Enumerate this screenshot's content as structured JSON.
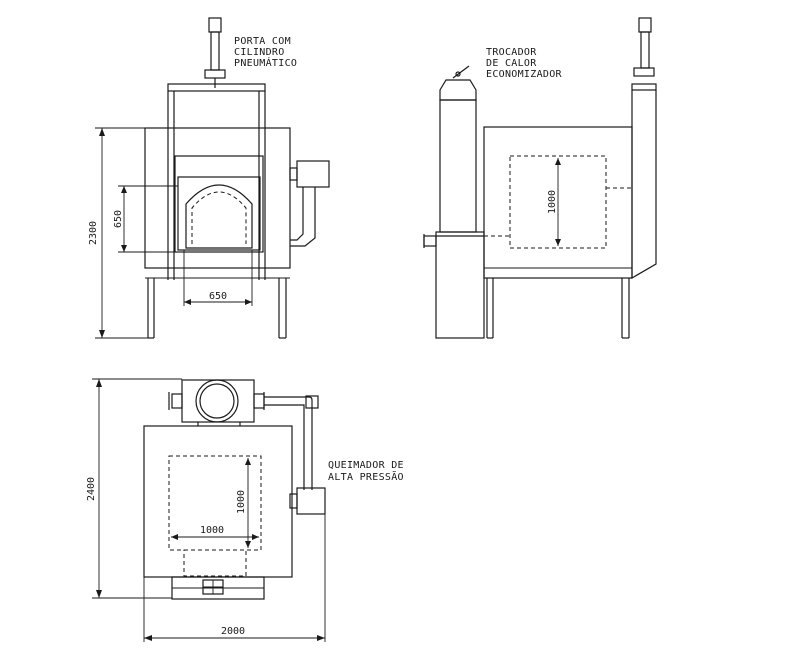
{
  "labels": {
    "door_line1": "PORTA COM",
    "door_line2": "CILINDRO",
    "door_line3": "PNEUMÁTICO",
    "exchanger_line1": "TROCADOR",
    "exchanger_line2": "DE CALOR",
    "exchanger_line3": "ECONOMIZADOR",
    "burner_line1": "QUEIMADOR DE",
    "burner_line2": "ALTA PRESSÃO"
  },
  "dimensions": {
    "front_height": "2300",
    "front_door_height": "650",
    "front_door_width": "650",
    "side_chamber_height": "1000",
    "top_depth": "2400",
    "top_chamber_depth": "1000",
    "top_chamber_width": "1000",
    "top_width": "2000"
  }
}
